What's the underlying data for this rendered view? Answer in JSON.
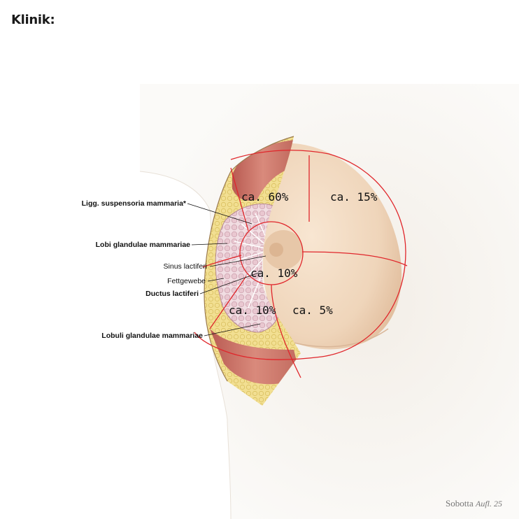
{
  "heading": "Klinik:",
  "labels": {
    "ligg": "Ligg. suspensoria mammaria*",
    "lobi": "Lobi glandulae mammariae",
    "sinus": "Sinus lactiferi",
    "fett": "Fettgewebe",
    "ductus": "Ductus lactiferi",
    "lobuli": "Lobuli glandulae mammariae"
  },
  "percentages": {
    "upper_outer": "ca. 60%",
    "upper_inner": "ca. 15%",
    "central": "ca. 10%",
    "lower_outer": "ca. 10%",
    "lower_inner": "ca. 5%"
  },
  "footer": {
    "brand": "Sobotta",
    "edition": "Aufl. 25"
  },
  "colors": {
    "quadrant_lines": "#e0262b",
    "skin": "#f3dfc8",
    "muscle": "#c7655a",
    "fat": "#f0dc8a",
    "gland": "#eed8dd"
  }
}
